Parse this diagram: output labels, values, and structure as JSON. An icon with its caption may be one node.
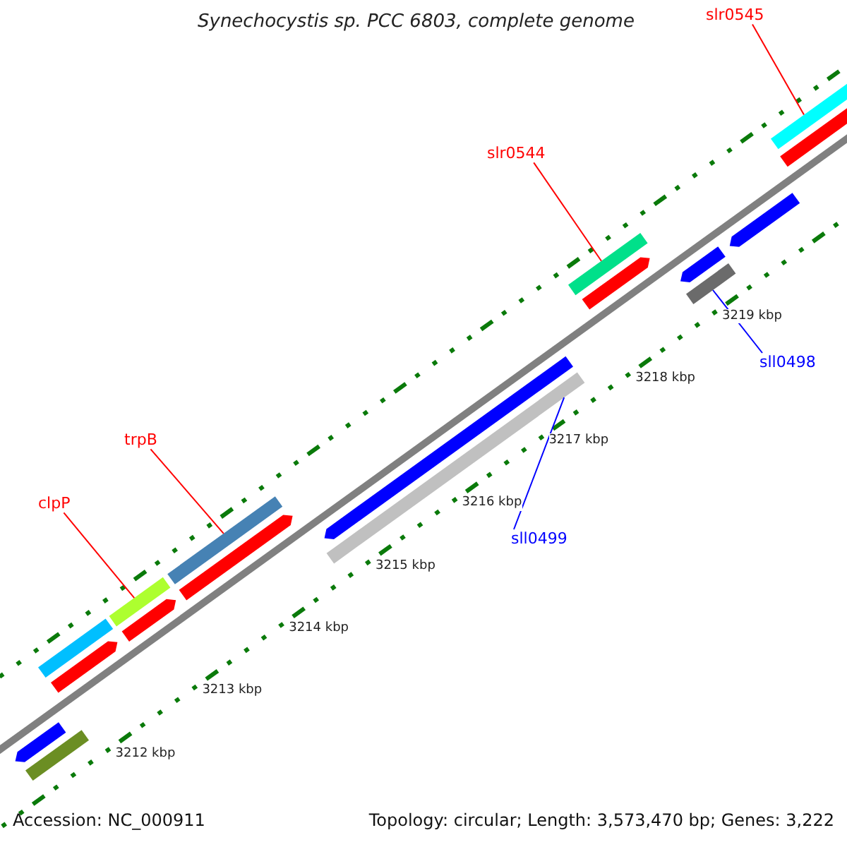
{
  "diagram": {
    "title": "Synechocystis sp. PCC 6803, complete genome",
    "nodes": [
      {
        "text": [
          "slr0545"
        ]
      },
      {
        "text": [],
        "shape": "bar"
      },
      {
        "text": [
          "slr0544"
        ]
      },
      {
        "text": [],
        "shape": "bar"
      },
      {
        "text": [
          "sll0498"
        ]
      },
      {
        "text": [],
        "shape": "bar"
      },
      {
        "text": [
          "trpB"
        ]
      },
      {
        "text": [],
        "shape": "bar"
      },
      {
        "text": [
          "clpP"
        ]
      },
      {
        "text": [],
        "shape": "bar"
      },
      {
        "text": [
          "sll0499"
        ]
      },
      {
        "text": [],
        "shape": "bar"
      },
      {
        "text": [],
        "shape": "bar"
      },
      {
        "text": [],
        "shape": "bar"
      },
      {
        "text": [],
        "shape": "bar"
      },
      {
        "text": [],
        "shape": "bar"
      },
      {
        "text": [],
        "shape": "bar"
      },
      {
        "text": [],
        "shape": "bar"
      },
      {
        "text": [],
        "shape": "bar"
      },
      {
        "text": [],
        "shape": "bar"
      },
      {
        "text": [],
        "shape": "bar"
      },
      {
        "text": [],
        "shape": "bar"
      },
      {
        "text": [],
        "shape": "bar"
      }
    ],
    "edges": [
      {
        "from": 0,
        "to": 1,
        "arrow": "none"
      },
      {
        "from": 2,
        "to": 3,
        "arrow": "none"
      },
      {
        "from": 4,
        "to": 5,
        "arrow": "none",
        "color": "#0000ff"
      },
      {
        "from": 6,
        "to": 7,
        "arrow": "none"
      },
      {
        "from": 8,
        "to": 9,
        "arrow": "none"
      },
      {
        "from": 10,
        "to": 11,
        "arrow": "none",
        "color": "#0000ff"
      }
    ],
    "labels": [
      "3219 kbp",
      "3218 kbp",
      "3217 kbp",
      "3216 kbp",
      "3215 kbp",
      "3214 kbp",
      "3213 kbp",
      "3212 kbp",
      "Accession: NC_000911",
      "Topology: circular; Length: 3,573,470 bp; Genes: 3,222"
    ]
  }
}
